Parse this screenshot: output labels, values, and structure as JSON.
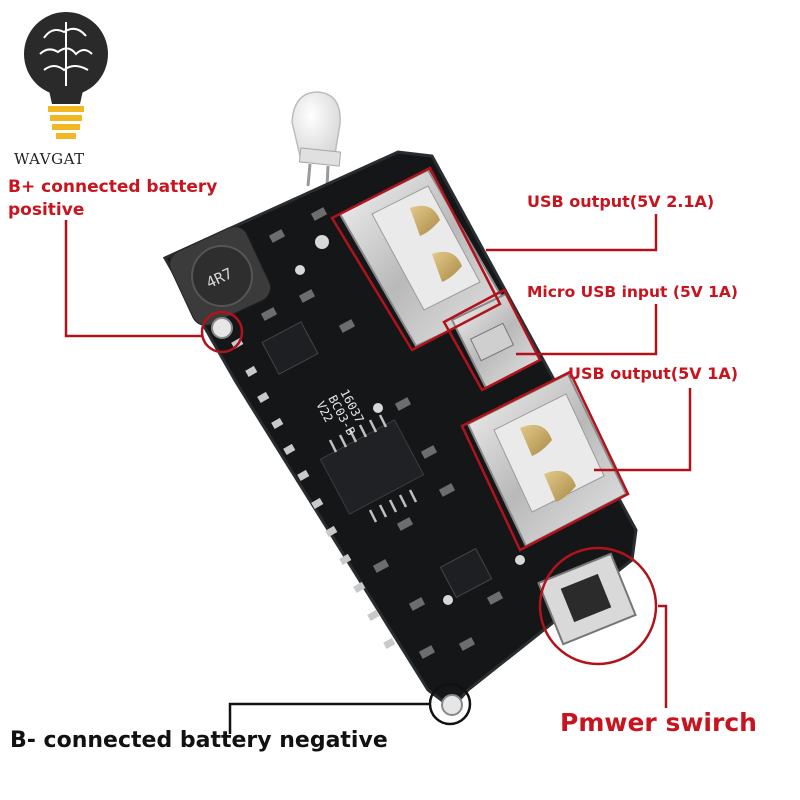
{
  "brand": {
    "name": "WAVGAT",
    "logo_icon": "lightbulb-brain-logo"
  },
  "board": {
    "inductor_marking": "4R7",
    "ic_markings": [
      "16037",
      "BC03-B",
      "V22"
    ]
  },
  "annotations": {
    "battery_positive": "B+ connected battery positive",
    "usb_output_high": "USB output(5V 2.1A)",
    "micro_usb_input": "Micro USB input (5V 1A)",
    "usb_output_low": "USB output(5V 1A)",
    "power_switch": "Pmwer swirch",
    "battery_negative": "B- connected battery negative"
  },
  "colors": {
    "annotation_red": "#c8141e",
    "pcb": "#141618",
    "silkscreen": "#e8e8e8"
  }
}
